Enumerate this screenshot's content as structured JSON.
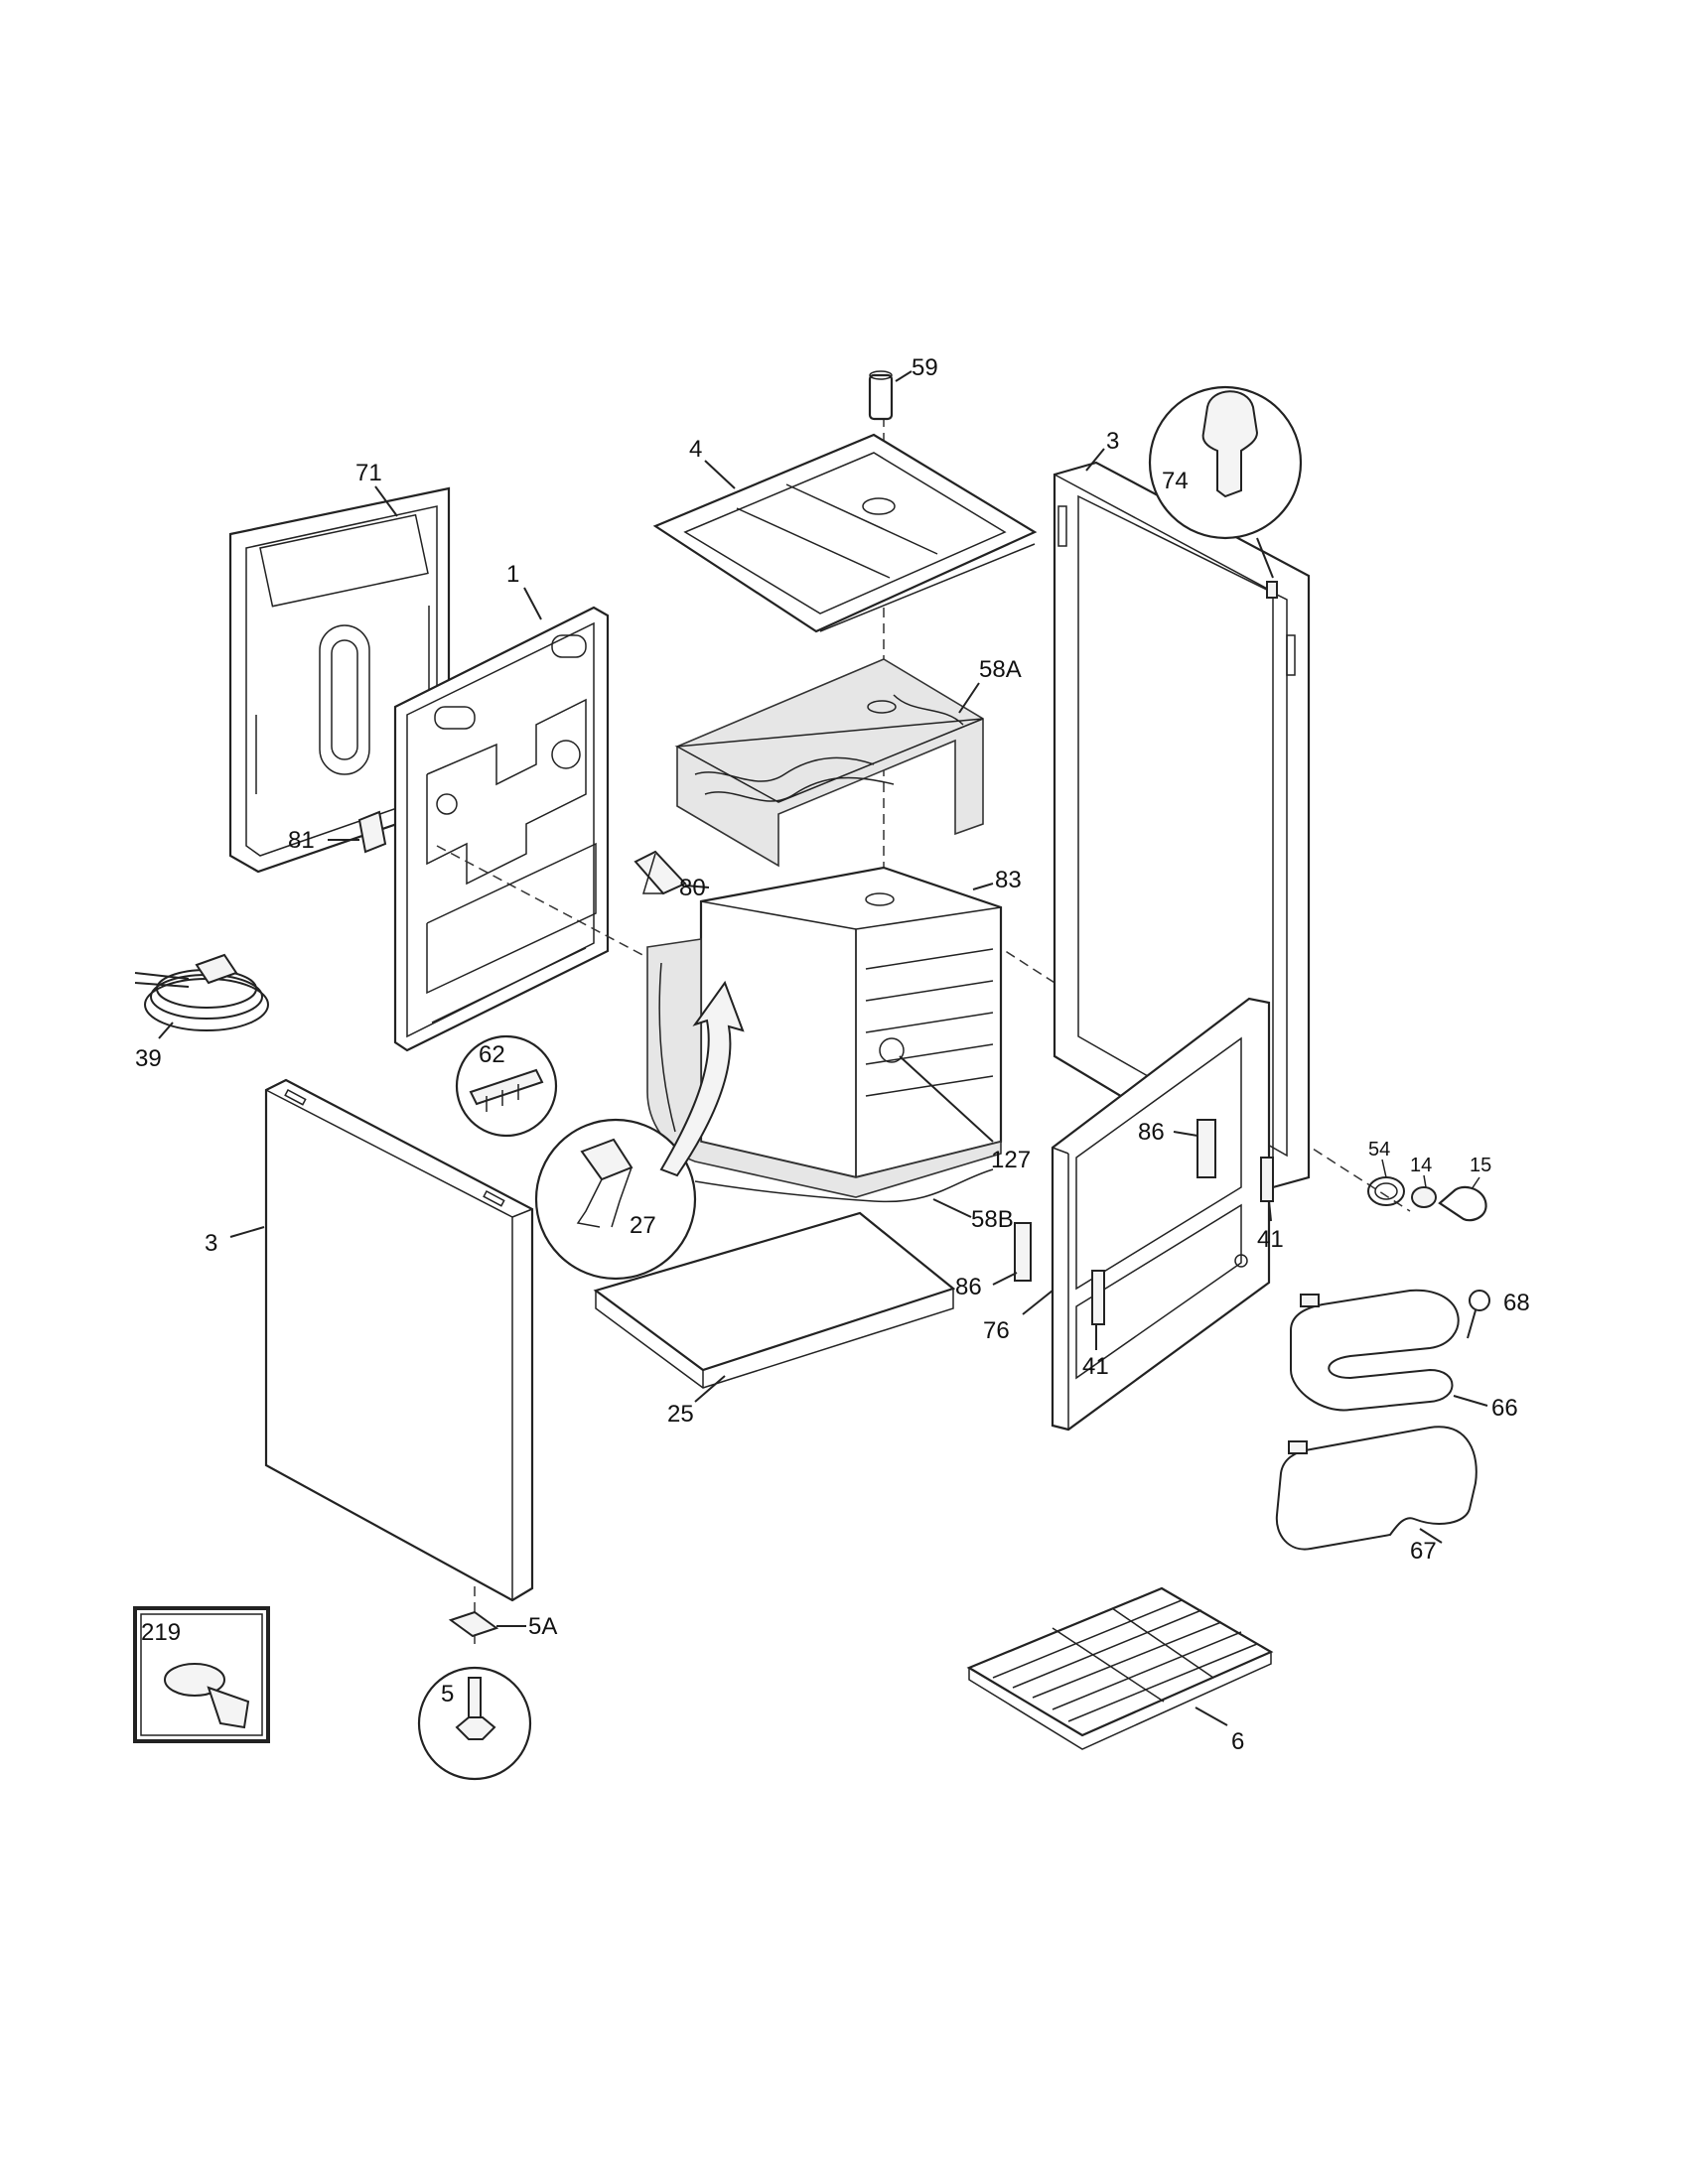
{
  "callouts": {
    "c59": "59",
    "c4": "4",
    "c3_top": "3",
    "c74": "74",
    "c71": "71",
    "c1": "1",
    "c58A": "58A",
    "c81": "81",
    "c80": "80",
    "c83": "83",
    "c39": "39",
    "c62": "62",
    "c127": "127",
    "c86_top": "86",
    "c54": "54",
    "c14": "14",
    "c15": "15",
    "c3_left": "3",
    "c27": "27",
    "c58B": "58B",
    "c41_right": "41",
    "c68": "68",
    "c86_bottom": "86",
    "c76": "76",
    "c41_bottom": "41",
    "c66": "66",
    "c25": "25",
    "c67": "67",
    "c5A": "5A",
    "c219": "219",
    "c5": "5",
    "c6": "6"
  }
}
